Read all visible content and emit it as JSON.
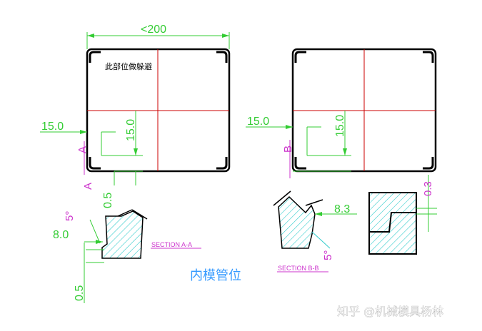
{
  "dims": {
    "width": "<200",
    "left_h_offset": "15.0",
    "left_v_offset": "15.0",
    "left_small": "0.5",
    "left_a_top": "A",
    "left_a_bottom": "A",
    "right_h_offset": "15.0",
    "right_v_offset": "15.0",
    "right_b": "B",
    "right_small": "0.3",
    "sec_a_angle": "5°",
    "sec_a_width": "8.0",
    "sec_a_depth": "0.5",
    "sec_b_width": "8.3",
    "sec_b_angle": "5°"
  },
  "labels": {
    "avoid_note": "此部位做躲避",
    "section_a": "SECTION A-A",
    "section_b": "SECTION B-B",
    "title": "内模管位",
    "watermark": "知乎 @机械模具杨林"
  },
  "colors": {
    "outline": "#000000",
    "centerline": "#cc0000",
    "dimension_green": "#33cc33",
    "dimension_magenta": "#cc33cc",
    "hatch": "#33cccc",
    "title": "#3399ff"
  }
}
